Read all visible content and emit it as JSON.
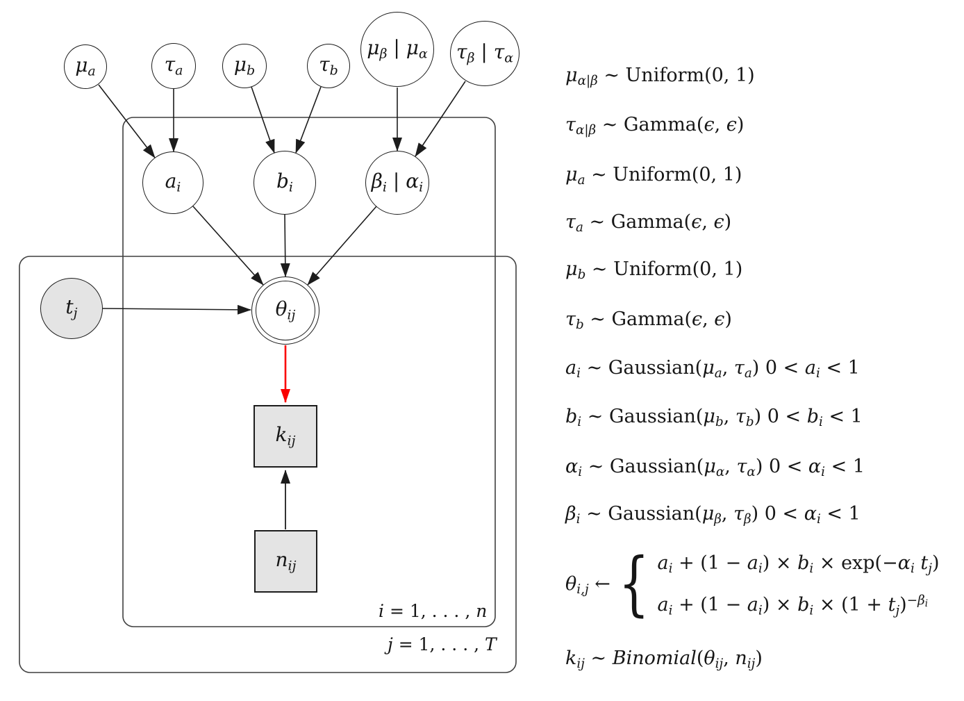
{
  "figure": {
    "title": "hierarchical-binomial-forgetting-model-plate-diagram",
    "colors": {
      "node_border": "#1c1c1c",
      "shaded_fill": "#e4e4e4",
      "highlight_arrow": "#fa0000",
      "plate_border": "#3f3f3f",
      "text": "#161616",
      "background": "#ffffff"
    },
    "nodes": {
      "mu_a": {
        "kind": "circle",
        "shaded": false,
        "label": [
          [
            "it",
            "μ"
          ],
          [
            "sub",
            "a"
          ]
        ]
      },
      "tau_a": {
        "kind": "circle",
        "shaded": false,
        "label": [
          [
            "it",
            "τ"
          ],
          [
            "sub",
            "a"
          ]
        ]
      },
      "mu_b": {
        "kind": "circle",
        "shaded": false,
        "label": [
          [
            "it",
            "μ"
          ],
          [
            "sub",
            "b"
          ]
        ]
      },
      "tau_b": {
        "kind": "circle",
        "shaded": false,
        "label": [
          [
            "it",
            "τ"
          ],
          [
            "sub",
            "b"
          ]
        ]
      },
      "mu_beta": {
        "kind": "circle",
        "shaded": false,
        "label": [
          [
            "it",
            "μ"
          ],
          [
            "sub",
            "β"
          ],
          [
            "rm",
            " | "
          ],
          [
            "it",
            "μ"
          ],
          [
            "sub",
            "α"
          ]
        ]
      },
      "tau_beta": {
        "kind": "circle",
        "shaded": false,
        "label": [
          [
            "it",
            "τ"
          ],
          [
            "sub",
            "β"
          ],
          [
            "rm",
            " | "
          ],
          [
            "it",
            "τ"
          ],
          [
            "sub",
            "α"
          ]
        ]
      },
      "a_i": {
        "kind": "circle",
        "shaded": false,
        "label": [
          [
            "it",
            "a"
          ],
          [
            "sub",
            "i"
          ]
        ]
      },
      "b_i": {
        "kind": "circle",
        "shaded": false,
        "label": [
          [
            "it",
            "b"
          ],
          [
            "sub",
            "i"
          ]
        ]
      },
      "beta_i": {
        "kind": "circle",
        "shaded": false,
        "label": [
          [
            "it",
            "β"
          ],
          [
            "sub",
            "i"
          ],
          [
            "rm",
            " | "
          ],
          [
            "it",
            "α"
          ],
          [
            "sub",
            "i"
          ]
        ]
      },
      "t_j": {
        "kind": "circle",
        "shaded": true,
        "label": [
          [
            "it",
            "t"
          ],
          [
            "sub",
            "j"
          ]
        ]
      },
      "theta_ij": {
        "kind": "double-circle",
        "shaded": false,
        "label": [
          [
            "it",
            "θ"
          ],
          [
            "sub",
            "ij"
          ]
        ]
      },
      "k_ij": {
        "kind": "square",
        "shaded": true,
        "label": [
          [
            "it",
            "k"
          ],
          [
            "sub",
            "ij"
          ]
        ]
      },
      "n_ij": {
        "kind": "square",
        "shaded": true,
        "label": [
          [
            "it",
            "n"
          ],
          [
            "sub",
            "ij"
          ]
        ]
      }
    },
    "plates": {
      "plate_i": {
        "label": [
          [
            "it",
            "i"
          ],
          [
            "rm",
            " = 1, . . . , "
          ],
          [
            "it",
            "n"
          ]
        ]
      },
      "plate_j": {
        "label": [
          [
            "it",
            "j"
          ],
          [
            "rm",
            " = 1, . . . , "
          ],
          [
            "it",
            "T"
          ]
        ]
      }
    },
    "edges": [
      {
        "from": "mu_a",
        "to": "a_i",
        "highlighted": false
      },
      {
        "from": "tau_a",
        "to": "a_i",
        "highlighted": false
      },
      {
        "from": "mu_b",
        "to": "b_i",
        "highlighted": false
      },
      {
        "from": "tau_b",
        "to": "b_i",
        "highlighted": false
      },
      {
        "from": "mu_beta",
        "to": "beta_i",
        "highlighted": false
      },
      {
        "from": "tau_beta",
        "to": "beta_i",
        "highlighted": false
      },
      {
        "from": "a_i",
        "to": "theta_ij",
        "highlighted": false
      },
      {
        "from": "b_i",
        "to": "theta_ij",
        "highlighted": false
      },
      {
        "from": "beta_i",
        "to": "theta_ij",
        "highlighted": false
      },
      {
        "from": "t_j",
        "to": "theta_ij",
        "highlighted": false
      },
      {
        "from": "theta_ij",
        "to": "k_ij",
        "highlighted": true
      },
      {
        "from": "n_ij",
        "to": "k_ij",
        "highlighted": false
      }
    ]
  },
  "equations": [
    {
      "id": "mu_alpha_beta",
      "segments": [
        [
          "it",
          "μ"
        ],
        [
          "sub",
          "α|β"
        ],
        [
          "rm",
          " ∼ Uniform(0, 1)"
        ]
      ]
    },
    {
      "id": "tau_alpha_beta",
      "segments": [
        [
          "it",
          "τ"
        ],
        [
          "sub",
          "α|β"
        ],
        [
          "rm",
          " ∼ Gamma("
        ],
        [
          "it",
          "ϵ"
        ],
        [
          "rm",
          ", "
        ],
        [
          "it",
          "ϵ"
        ],
        [
          "rm",
          ")"
        ]
      ]
    },
    {
      "id": "mu_a",
      "segments": [
        [
          "it",
          "μ"
        ],
        [
          "sub",
          "a"
        ],
        [
          "rm",
          " ∼ Uniform(0, 1)"
        ]
      ]
    },
    {
      "id": "tau_a",
      "segments": [
        [
          "it",
          "τ"
        ],
        [
          "sub",
          "a"
        ],
        [
          "rm",
          " ∼ Gamma("
        ],
        [
          "it",
          "ϵ"
        ],
        [
          "rm",
          ", "
        ],
        [
          "it",
          "ϵ"
        ],
        [
          "rm",
          ")"
        ]
      ]
    },
    {
      "id": "mu_b",
      "segments": [
        [
          "it",
          "μ"
        ],
        [
          "sub",
          "b"
        ],
        [
          "rm",
          " ∼ Uniform(0, 1)"
        ]
      ]
    },
    {
      "id": "tau_b",
      "segments": [
        [
          "it",
          "τ"
        ],
        [
          "sub",
          "b"
        ],
        [
          "rm",
          " ∼ Gamma("
        ],
        [
          "it",
          "ϵ"
        ],
        [
          "rm",
          ", "
        ],
        [
          "it",
          "ϵ"
        ],
        [
          "rm",
          ")"
        ]
      ]
    },
    {
      "id": "a_i",
      "segments": [
        [
          "it",
          "a"
        ],
        [
          "sub",
          "i"
        ],
        [
          "rm",
          " ∼ Gaussian("
        ],
        [
          "it",
          "μ"
        ],
        [
          "sub",
          "a"
        ],
        [
          "rm",
          ", "
        ],
        [
          "it",
          "τ"
        ],
        [
          "sub",
          "a"
        ],
        [
          "rm",
          ")"
        ],
        [
          "rm",
          "   0 < "
        ],
        [
          "it",
          "a"
        ],
        [
          "sub",
          "i"
        ],
        [
          "rm",
          " < 1"
        ]
      ]
    },
    {
      "id": "b_i",
      "segments": [
        [
          "it",
          "b"
        ],
        [
          "sub",
          "i"
        ],
        [
          "rm",
          " ∼ Gaussian("
        ],
        [
          "it",
          "μ"
        ],
        [
          "sub",
          "b"
        ],
        [
          "rm",
          ", "
        ],
        [
          "it",
          "τ"
        ],
        [
          "sub",
          "b"
        ],
        [
          "rm",
          ")"
        ],
        [
          "rm",
          "   0 < "
        ],
        [
          "it",
          "b"
        ],
        [
          "sub",
          "i"
        ],
        [
          "rm",
          " < 1"
        ]
      ]
    },
    {
      "id": "alpha_i",
      "segments": [
        [
          "it",
          "α"
        ],
        [
          "sub",
          "i"
        ],
        [
          "rm",
          " ∼ Gaussian("
        ],
        [
          "it",
          "μ"
        ],
        [
          "sub",
          "α"
        ],
        [
          "rm",
          ", "
        ],
        [
          "it",
          "τ"
        ],
        [
          "sub",
          "α"
        ],
        [
          "rm",
          ")"
        ],
        [
          "rm",
          "   0 < "
        ],
        [
          "it",
          "α"
        ],
        [
          "sub",
          "i"
        ],
        [
          "rm",
          " < 1"
        ]
      ]
    },
    {
      "id": "beta_i",
      "segments": [
        [
          "it",
          "β"
        ],
        [
          "sub",
          "i"
        ],
        [
          "rm",
          " ∼ Gaussian("
        ],
        [
          "it",
          "μ"
        ],
        [
          "sub",
          "β"
        ],
        [
          "rm",
          ", "
        ],
        [
          "it",
          "τ"
        ],
        [
          "sub",
          "β"
        ],
        [
          "rm",
          ")"
        ],
        [
          "rm",
          "   0 < "
        ],
        [
          "it",
          "α"
        ],
        [
          "sub",
          "i"
        ],
        [
          "rm",
          " < 1"
        ]
      ]
    },
    {
      "id": "theta_ij_cases",
      "lhs": [
        [
          "it",
          "θ"
        ],
        [
          "sub",
          "i,j"
        ],
        [
          "rm",
          " ← "
        ]
      ],
      "brace": "{",
      "cases": [
        [
          [
            "it",
            "a"
          ],
          [
            "sub",
            "i"
          ],
          [
            "rm",
            " + (1 − "
          ],
          [
            "it",
            "a"
          ],
          [
            "sub",
            "i"
          ],
          [
            "rm",
            ") × "
          ],
          [
            "it",
            "b"
          ],
          [
            "sub",
            "i"
          ],
          [
            "rm",
            " × exp(−"
          ],
          [
            "it",
            "α"
          ],
          [
            "sub",
            "i"
          ],
          [
            "it",
            " t"
          ],
          [
            "sub",
            "j"
          ],
          [
            "rm",
            ")"
          ]
        ],
        [
          [
            "it",
            "a"
          ],
          [
            "sub",
            "i"
          ],
          [
            "rm",
            " + (1 − "
          ],
          [
            "it",
            "a"
          ],
          [
            "sub",
            "i"
          ],
          [
            "rm",
            ") × "
          ],
          [
            "it",
            "b"
          ],
          [
            "sub",
            "i"
          ],
          [
            "rm",
            " × (1 + "
          ],
          [
            "it",
            "t"
          ],
          [
            "sub",
            "j"
          ],
          [
            "rm",
            ")"
          ],
          [
            "sup",
            "−β"
          ],
          [
            "sups",
            "i"
          ]
        ]
      ]
    },
    {
      "id": "k_ij",
      "segments": [
        [
          "it",
          "k"
        ],
        [
          "sub",
          "ij"
        ],
        [
          "rm",
          " ∼ "
        ],
        [
          "it",
          "Binomial"
        ],
        [
          "rm",
          "("
        ],
        [
          "it",
          "θ"
        ],
        [
          "sub",
          "ij"
        ],
        [
          "rm",
          ", "
        ],
        [
          "it",
          "n"
        ],
        [
          "sub",
          "ij"
        ],
        [
          "rm",
          ")"
        ]
      ]
    }
  ]
}
